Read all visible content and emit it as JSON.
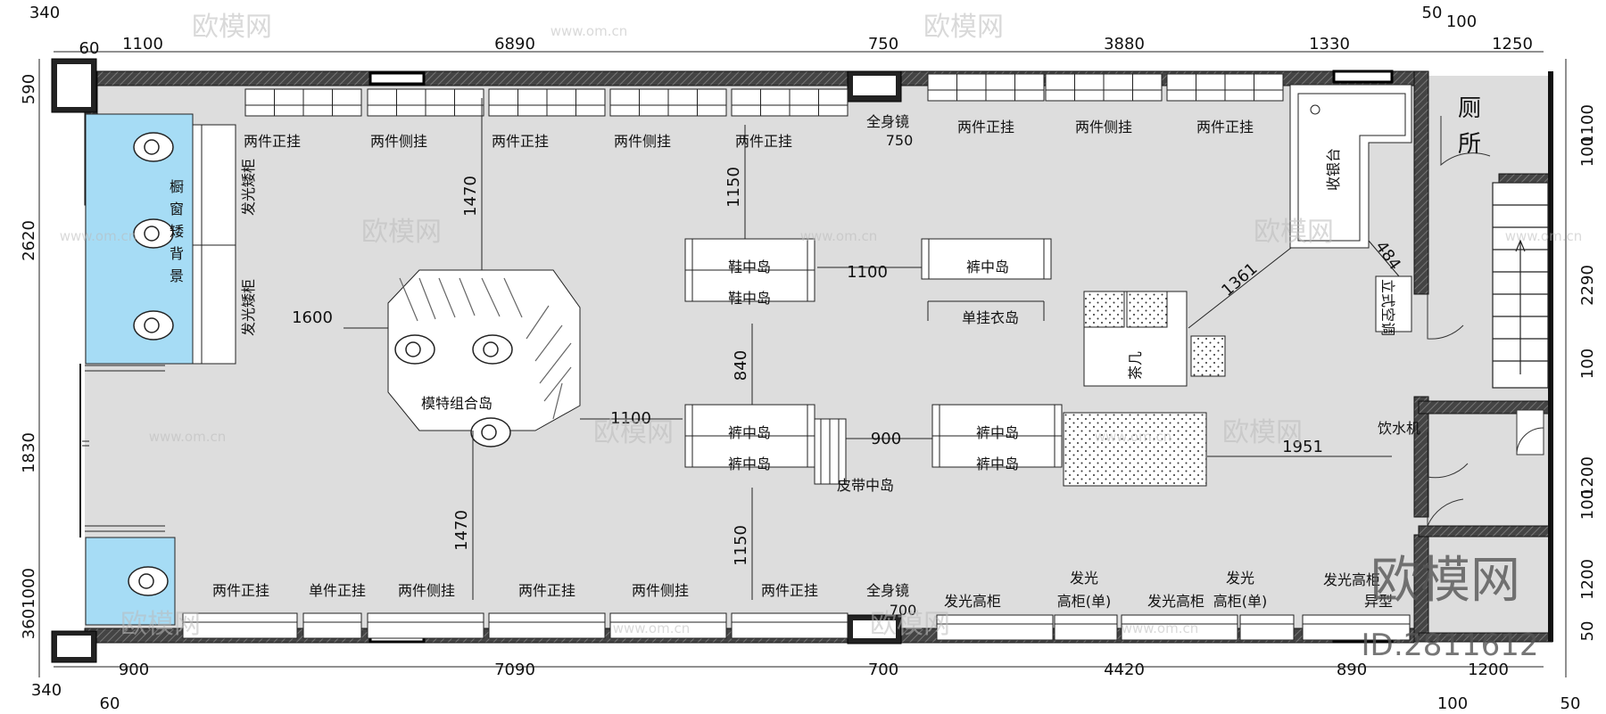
{
  "dims_top": [
    "340",
    "60",
    "1100",
    "6890",
    "750",
    "3880",
    "1330",
    "50",
    "100",
    "1250"
  ],
  "dims_bottom": [
    "900",
    "7090",
    "700",
    "4420",
    "890",
    "1200",
    "340",
    "60",
    "100",
    "50"
  ],
  "dims_left": [
    "590",
    "2620",
    "1830",
    "1000",
    "360"
  ],
  "dims_right": [
    "1100",
    "100",
    "2290",
    "100",
    "1200",
    "100",
    "1200",
    "50"
  ],
  "dims_inner": [
    "1470",
    "1150",
    "1100",
    "1600",
    "840",
    "1100",
    "900",
    "1470",
    "1150",
    "1361",
    "484",
    "1951",
    "750",
    "700"
  ],
  "labels_top_wall": [
    "两件正挂",
    "两件侧挂",
    "两件正挂",
    "两件侧挂",
    "两件正挂",
    "全身镜",
    "两件正挂",
    "两件侧挂",
    "两件正挂"
  ],
  "labels_bottom_wall": [
    "两件正挂",
    "单件正挂",
    "两件侧挂",
    "两件正挂",
    "两件侧挂",
    "两件正挂",
    "全身镜",
    "发光高柜",
    "发光",
    "高柜(单)",
    "发光高柜",
    "发光",
    "高柜(单)",
    "发光高柜",
    "异型"
  ],
  "labels_islands": [
    "鞋中岛",
    "鞋中岛",
    "裤中岛",
    "单挂衣岛",
    "裤中岛",
    "裤中岛",
    "裤中岛",
    "裤中岛",
    "皮带中岛",
    "模特组合岛"
  ],
  "labels_left": [
    "发光矮柜",
    "发光矮柜",
    "橱",
    "窗",
    "矮",
    "背",
    "景"
  ],
  "labels_right": [
    "收银台",
    "茶几",
    "立式空调",
    "饮水机",
    "厕",
    "所"
  ],
  "watermark": {
    "brand": "欧模网",
    "url": "www.om.cn",
    "id": "ID:2811612"
  }
}
